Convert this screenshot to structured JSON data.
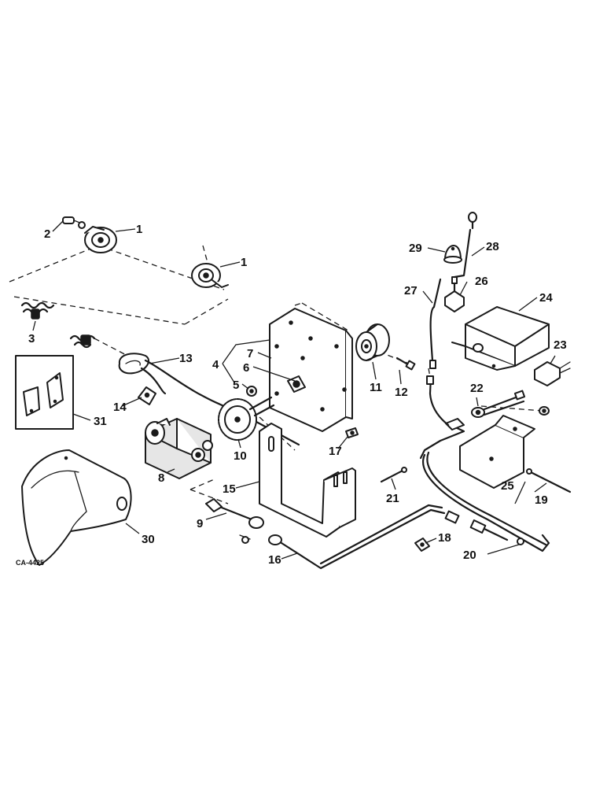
{
  "diagram_code": "CA-4425",
  "callouts": [
    "1",
    "1",
    "2",
    "3",
    "4",
    "5",
    "6",
    "7",
    "8",
    "9",
    "10",
    "11",
    "12",
    "13",
    "14",
    "15",
    "16",
    "17",
    "18",
    "19",
    "20",
    "21",
    "22",
    "23",
    "24",
    "25",
    "26",
    "27",
    "28",
    "29",
    "30",
    "31"
  ]
}
